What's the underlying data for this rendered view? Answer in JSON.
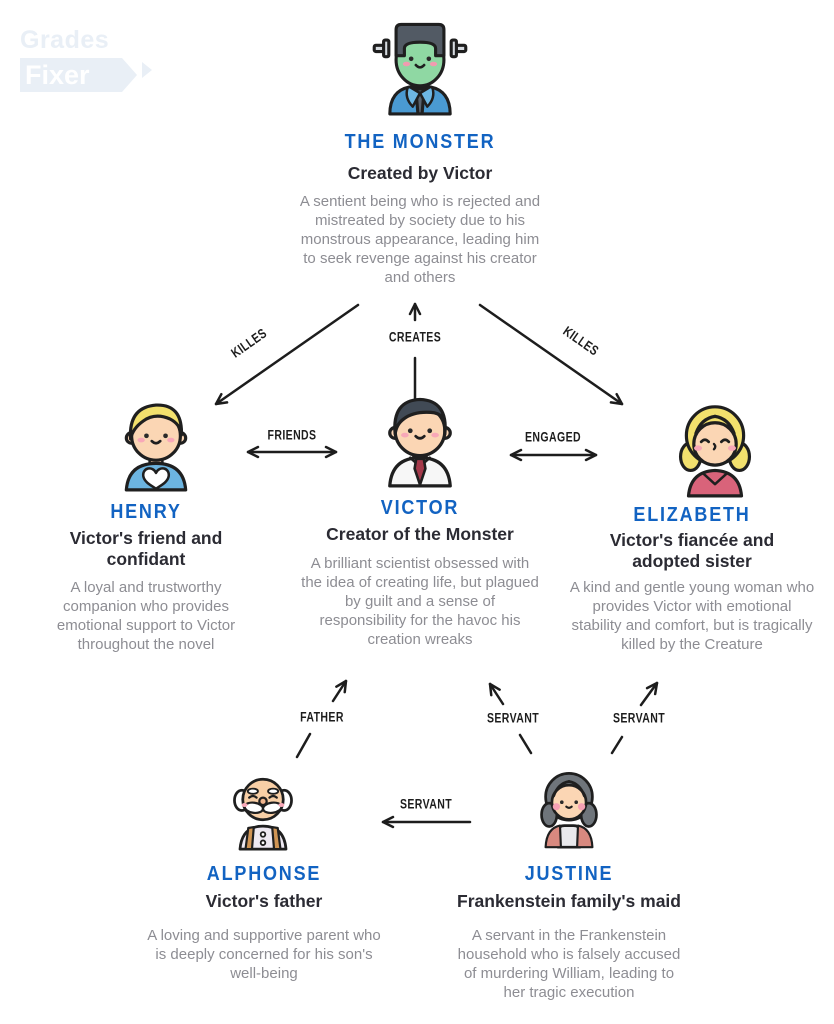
{
  "logo": {
    "line1": "Grades",
    "line2": "Fixer"
  },
  "colors": {
    "accent_blue": "#1263c2",
    "text_dark": "#2b2b33",
    "text_gray": "#8d8d93",
    "arrow_black": "#1d1d1d",
    "logo_watermark": "#e9eff6"
  },
  "characters": [
    {
      "id": "monster",
      "name": "THE MONSTER",
      "subtitle": "Created by Victor",
      "description": "A sentient being who is rejected and mistreated by society due to his monstrous appearance, leading him to seek revenge against his creator and others"
    },
    {
      "id": "henry",
      "name": "HENRY",
      "subtitle": "Victor's friend and confidant",
      "description": "A loyal and trustworthy companion who provides emotional support to Victor throughout the novel"
    },
    {
      "id": "victor",
      "name": "VICTOR",
      "subtitle": "Creator of the Monster",
      "description": "A brilliant scientist obsessed with the idea of creating life, but plagued by guilt and a sense of responsibility for the havoc his creation wreaks"
    },
    {
      "id": "elizabeth",
      "name": "ELIZABETH",
      "subtitle": "Victor's fiancée and adopted sister",
      "description": "A kind and gentle young woman who provides Victor with emotional stability and comfort, but is tragically killed by the Creature"
    },
    {
      "id": "alphonse",
      "name": "ALPHONSE",
      "subtitle": "Victor's father",
      "description": "A loving and supportive parent who is deeply concerned for his son's well-being"
    },
    {
      "id": "justine",
      "name": "JUSTINE",
      "subtitle": "Frankenstein family's maid",
      "description": "A servant in the Frankenstein household who is falsely accused of murdering William, leading to her tragic execution"
    }
  ],
  "relations": [
    {
      "label": "KILLES",
      "from": "monster",
      "to": "henry"
    },
    {
      "label": "CREATES",
      "from": "victor",
      "to": "monster"
    },
    {
      "label": "KILLES",
      "from": "monster",
      "to": "elizabeth"
    },
    {
      "label": "FRIENDS",
      "from": "henry",
      "to": "victor"
    },
    {
      "label": "ENGAGED",
      "from": "victor",
      "to": "elizabeth"
    },
    {
      "label": "FATHER",
      "from": "alphonse",
      "to": "victor"
    },
    {
      "label": "SERVANT",
      "from": "justine",
      "to": "victor"
    },
    {
      "label": "SERVANT",
      "from": "justine",
      "to": "elizabeth"
    },
    {
      "label": "SERVANT",
      "from": "justine",
      "to": "alphonse"
    }
  ]
}
